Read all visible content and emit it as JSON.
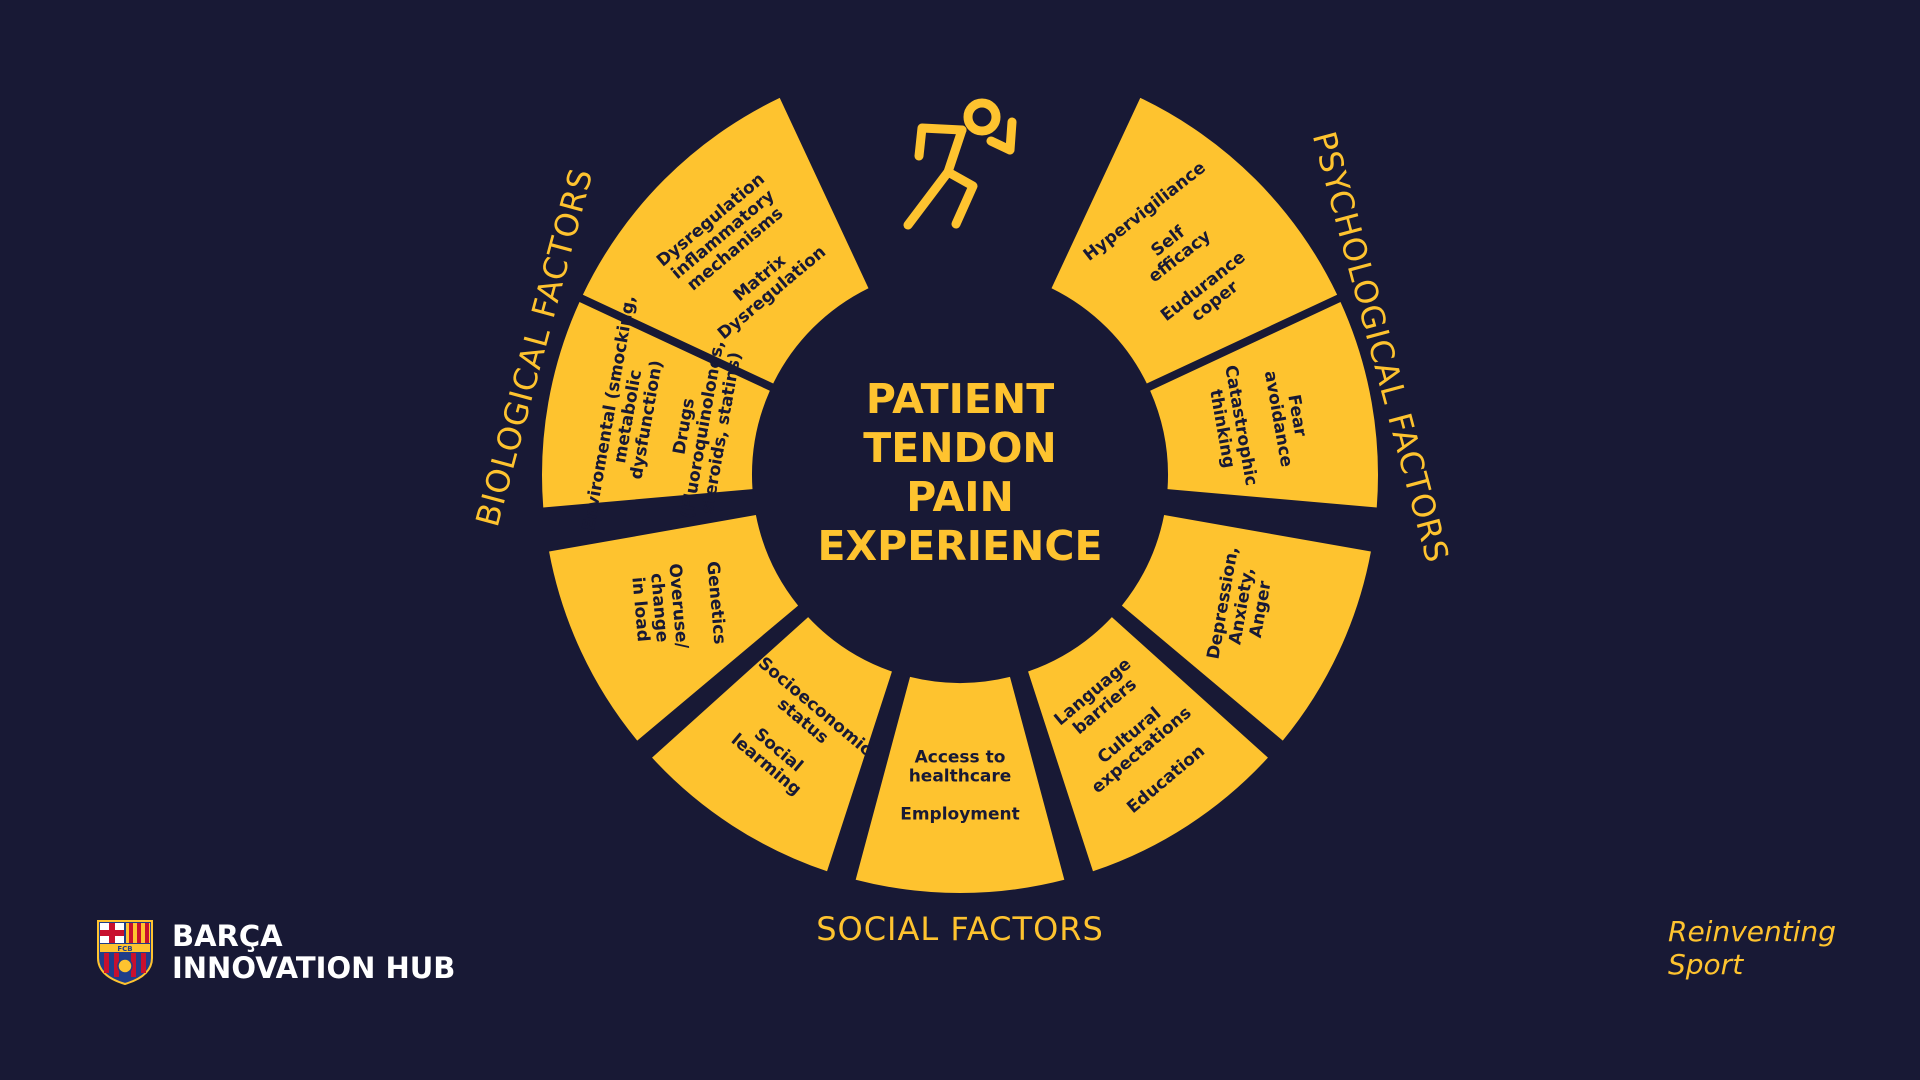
{
  "center_title": [
    "PATIENT",
    "TENDON",
    "PAIN",
    "EXPERIENCE"
  ],
  "categories": {
    "biological": "BIOLOGICAL FACTORS",
    "psychological": "PSYCHOLOGICAL FACTORS",
    "social": "SOCIAL FACTORS"
  },
  "segments": [
    {
      "id": "inflammatory",
      "lines": [
        "Dysregulation",
        "inflammatory",
        "mechanisms",
        "",
        "Matrix",
        "Dysregulation"
      ]
    },
    {
      "id": "environmental",
      "lines": [
        "Enviromental (smocking,",
        "metabolic",
        "dysfunction)",
        "",
        "Drugs",
        "(Fluoroquinolones,",
        "steroids, statins)"
      ]
    },
    {
      "id": "genetics",
      "lines": [
        "Genetics",
        "",
        "Overuse/",
        "change",
        "in load"
      ]
    },
    {
      "id": "socioeconomic",
      "lines": [
        "Socioeconomic",
        "status",
        "",
        "Social",
        "learming"
      ]
    },
    {
      "id": "access",
      "lines": [
        "Access to",
        "healthcare",
        "",
        "Employment"
      ]
    },
    {
      "id": "language",
      "lines": [
        "Language",
        "barriers",
        "",
        "Cultural",
        "expectations",
        "",
        "Education"
      ]
    },
    {
      "id": "depression",
      "lines": [
        "Depression,",
        "Anxiety,",
        "Anger"
      ]
    },
    {
      "id": "fear",
      "lines": [
        "Fear",
        "avoidance",
        "",
        "Catastrophic",
        "thinking"
      ]
    },
    {
      "id": "hypervigilance",
      "lines": [
        "Hypervigiliance",
        "",
        "Self",
        "efficacy",
        "",
        "Eudurance",
        "coper"
      ]
    }
  ],
  "brand": {
    "line1": "BARÇA",
    "line2": "INNOVATION HUB",
    "crest_text": "FCB"
  },
  "tagline": [
    "Reinventing",
    "Sport"
  ],
  "colors": {
    "background": "#181935",
    "accent": "#FEC32F",
    "text_light": "#FFFFFF"
  },
  "icons": {
    "runner": "running-person-icon",
    "crest": "fc-barcelona-crest"
  }
}
